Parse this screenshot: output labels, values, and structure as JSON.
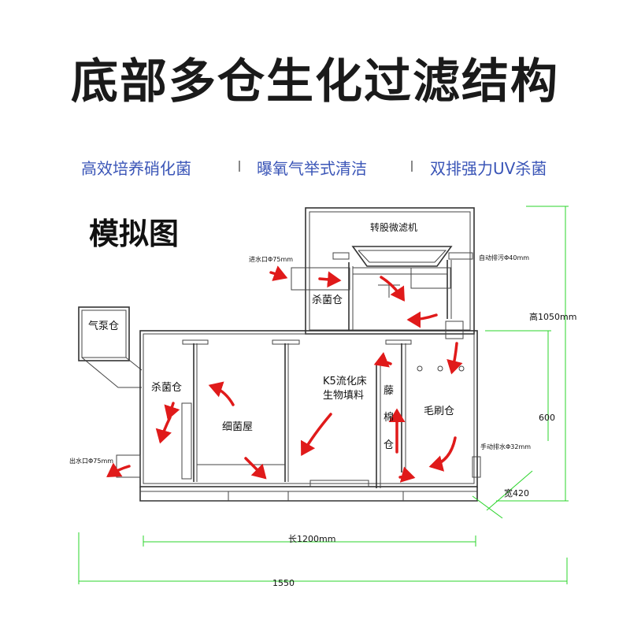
{
  "title": "底部多仓生化过滤结构",
  "features": [
    "高效培养硝化菌",
    "曝氧气举式清洁",
    "双排强力UV杀菌"
  ],
  "diagram": {
    "heading": "模拟图",
    "labels": {
      "micro_filter": "转股微滤机",
      "water_inlet": "进水口Φ75mm",
      "auto_drain": "自动排污Φ40mm",
      "sterilize_top": "杀菌仓",
      "air_pump": "气泵仓",
      "sterilize_left": "杀菌仓",
      "bacteria_house": "细菌屋",
      "k5_line1": "K5流化床",
      "k5_line2": "生物填料",
      "rattan_1": "藤",
      "rattan_2": "棉",
      "rattan_3": "仓",
      "brush": "毛刷仓",
      "outlet": "出水口Φ75mm",
      "manual_drain": "手动排水Φ32mm"
    },
    "dimensions": {
      "height_total": "高1050mm",
      "height_body": "600",
      "width": "宽420",
      "length": "长1200mm",
      "total_length": "1550"
    }
  },
  "colors": {
    "title": "#1a1a1a",
    "features": "#3a55b7",
    "arrows": "#e01a1a",
    "dimension_lines": "#2bd42b"
  }
}
